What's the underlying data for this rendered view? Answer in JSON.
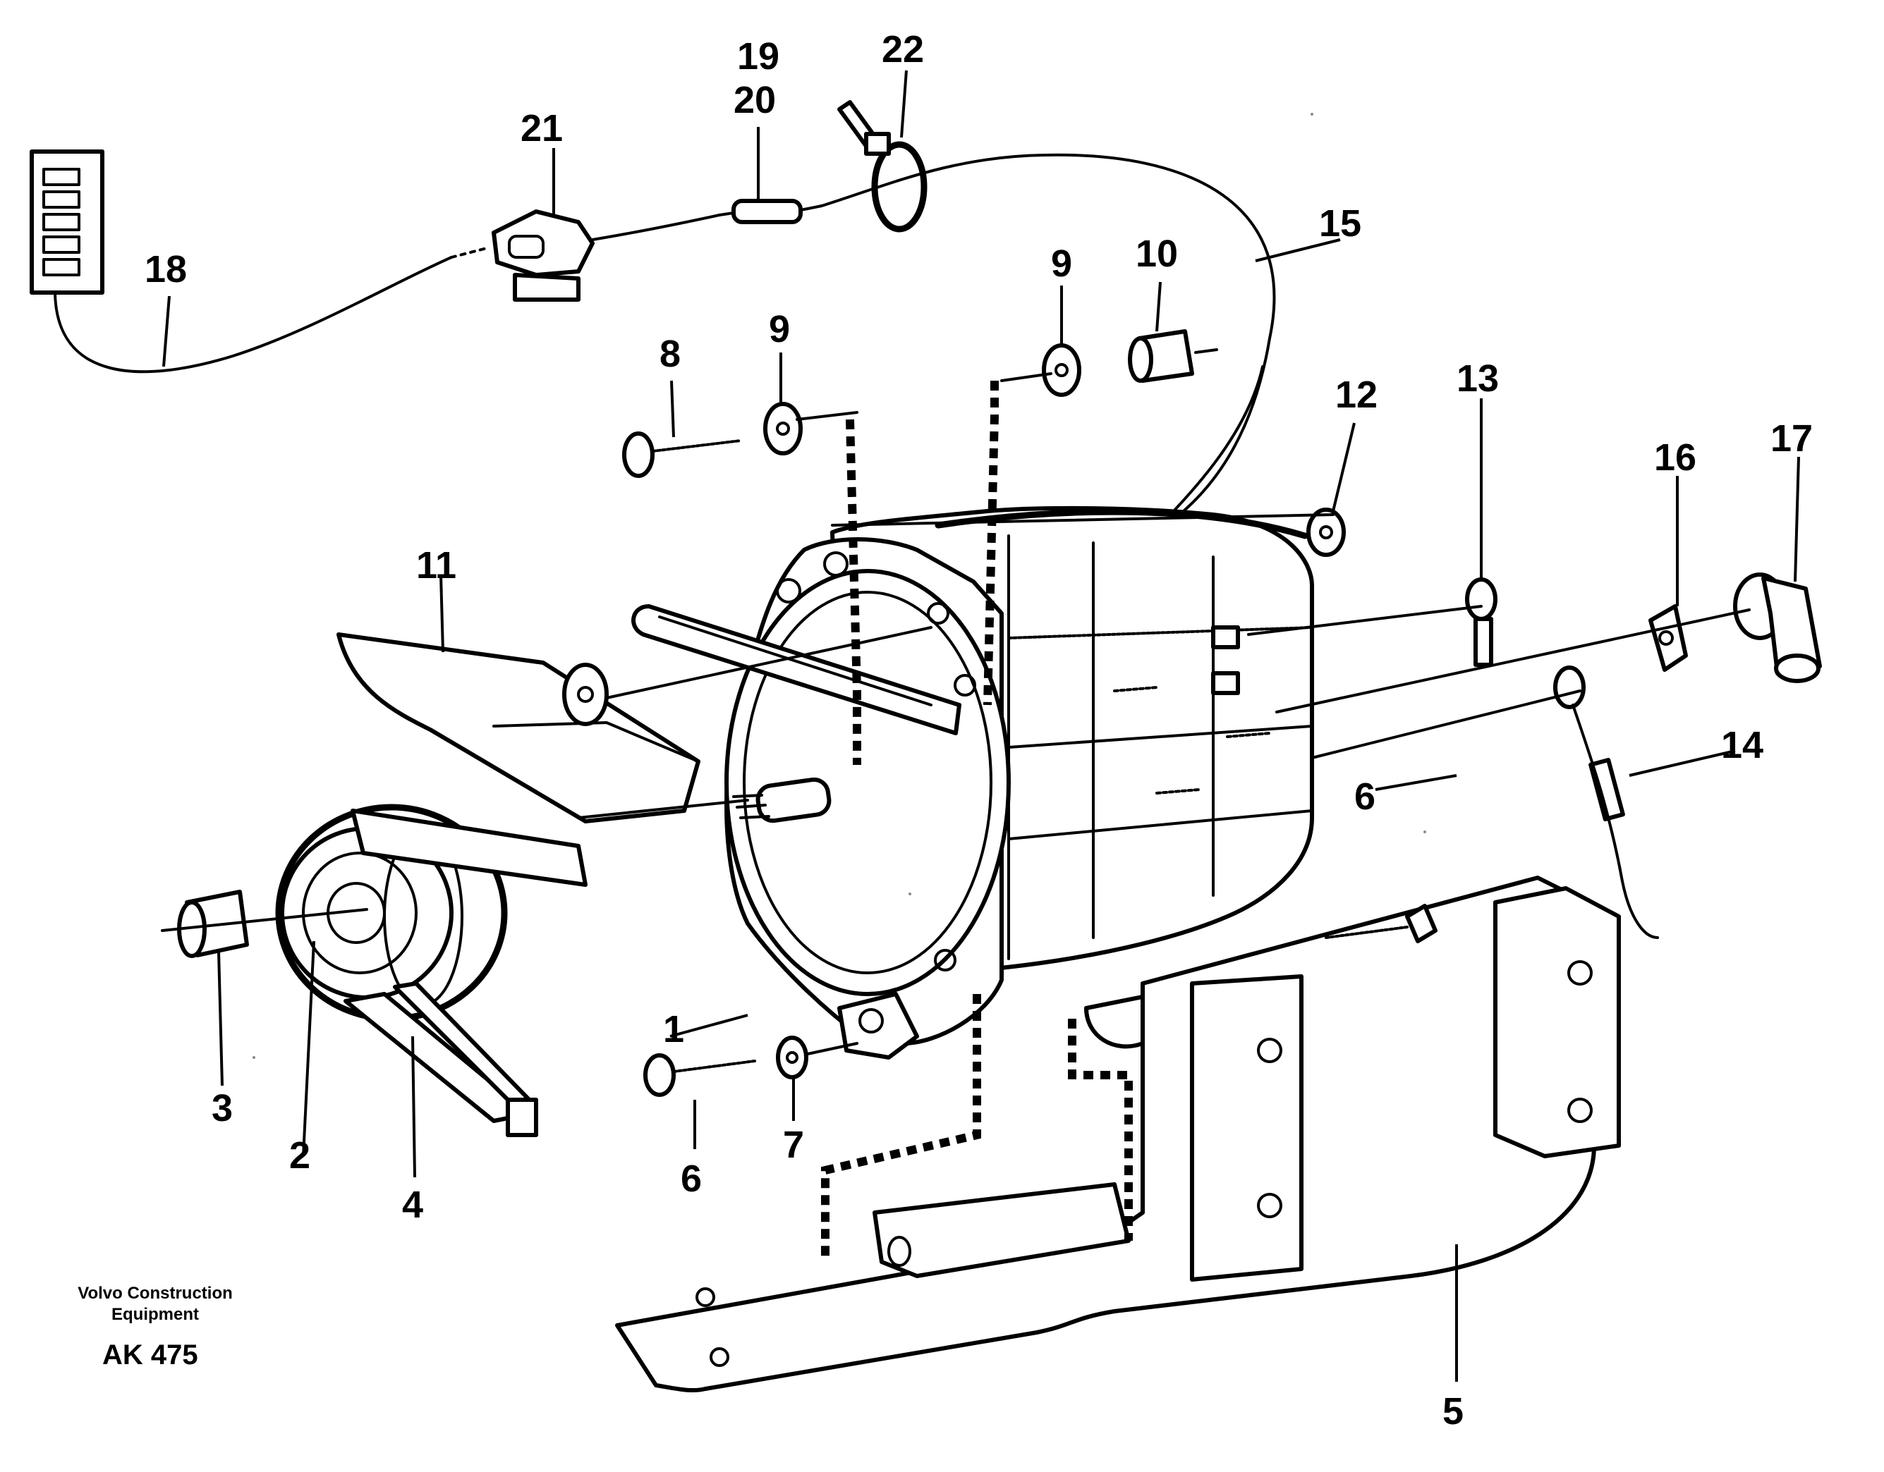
{
  "diagram": {
    "callouts": {
      "c1": "1",
      "c2": "2",
      "c3": "3",
      "c4": "4",
      "c5": "5",
      "c6a": "6",
      "c6b": "6",
      "c7": "7",
      "c8": "8",
      "c9a": "9",
      "c9b": "9",
      "c10": "10",
      "c11": "11",
      "c12": "12",
      "c13": "13",
      "c14": "14",
      "c15": "15",
      "c16": "16",
      "c17": "17",
      "c18": "18",
      "c19": "19",
      "c20": "20",
      "c21": "21",
      "c22": "22"
    },
    "footer": {
      "brand_line1": "Volvo Construction",
      "brand_line2": "Equipment",
      "code": "AK 475"
    }
  }
}
